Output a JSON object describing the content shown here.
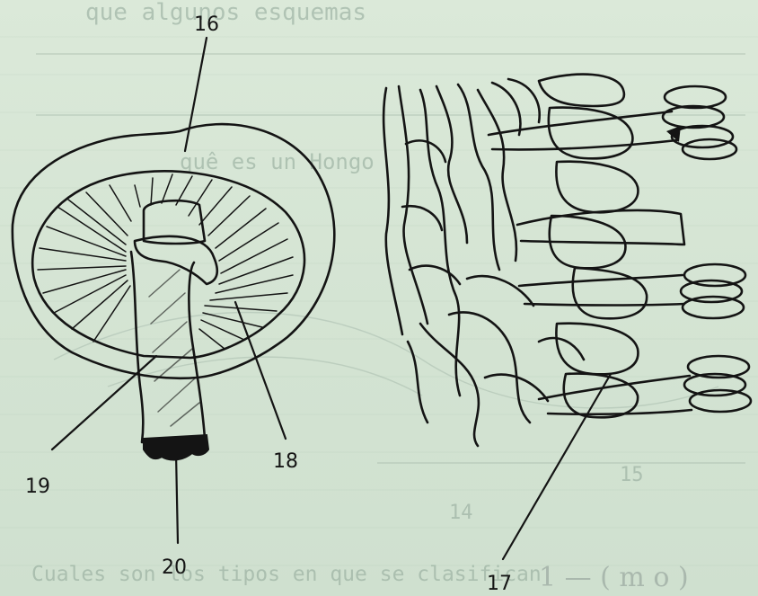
{
  "bleed_through": {
    "top_line": "que algunos esquemas",
    "line_2": "quê es un Hongo",
    "bottom_line": "Cuales son los tipos en que se clasifican",
    "num_15": "15",
    "num_14": "14"
  },
  "handwriting": "1 — ( m o )",
  "labels": {
    "l16": "16",
    "l17": "17",
    "l18": "18",
    "l19": "19",
    "l20": "20"
  },
  "colors": {
    "paper": "#d7e6d6",
    "ink": "#141414"
  }
}
